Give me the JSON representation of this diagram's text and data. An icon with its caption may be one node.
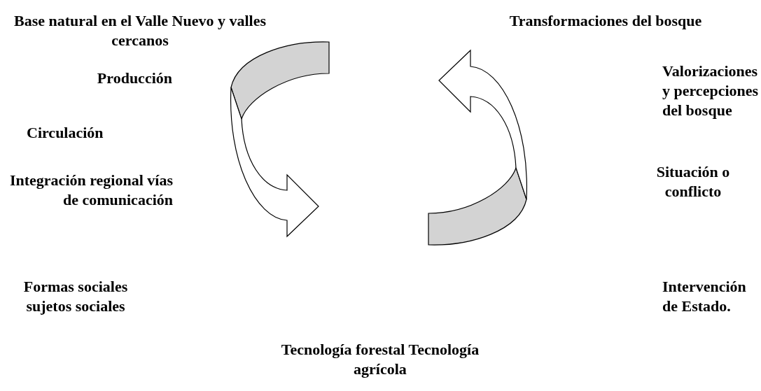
{
  "diagram": {
    "labels": [
      "Base natural en el Valle Nuevo y valles cercanos",
      "Transformaciones del bosque",
      "Producción",
      "Valorizaciones y percepciones del bosque",
      "Circulación",
      "Situación o conflicto",
      "Integración regional vías de comunicación",
      "Formas sociales sujetos sociales",
      "Intervención de Estado.",
      "Tecnología forestal Tecnología agrícola"
    ]
  }
}
